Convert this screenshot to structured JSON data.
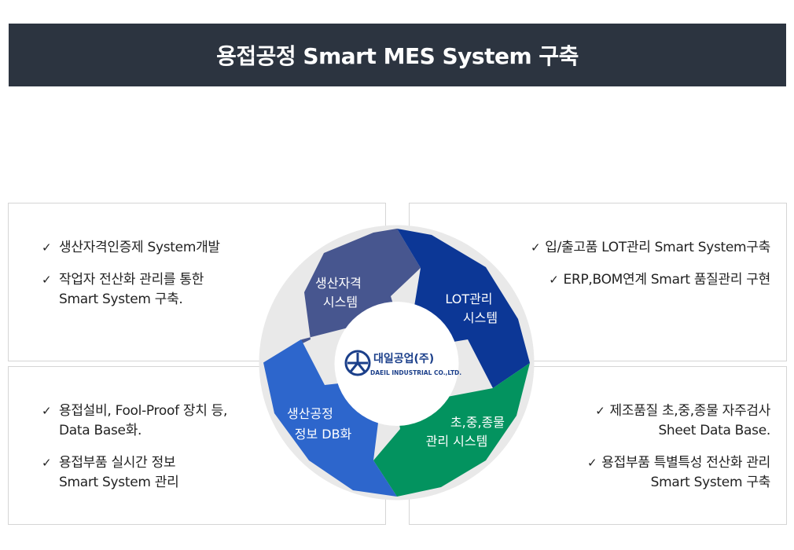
{
  "header": {
    "title": "용접공정 Smart MES System 구축"
  },
  "icons": {
    "check": "✓"
  },
  "boxes": {
    "top_left": [
      {
        "lines": [
          "생산자격인증제 System개발"
        ]
      },
      {
        "lines": [
          "작업자 전산화 관리를 통한",
          "Smart System 구축."
        ]
      }
    ],
    "top_right": [
      {
        "lines": [
          "입/출고품 LOT관리 Smart System구축"
        ]
      },
      {
        "lines": [
          "ERP,BOM연계 Smart 품질관리 구현"
        ]
      }
    ],
    "bottom_left": [
      {
        "lines": [
          "용접설비, Fool-Proof 장치 등,",
          "Data Base화."
        ]
      },
      {
        "lines": [
          "용접부품 실시간 정보",
          "Smart System 관리"
        ]
      }
    ],
    "bottom_right": [
      {
        "lines": [
          "제조품질 초,중,종물 자주검사",
          "Sheet Data Base."
        ]
      },
      {
        "lines": [
          "용접부품 특별특성 전산화 관리",
          "Smart System 구축"
        ]
      }
    ]
  },
  "cycle": {
    "segments": [
      {
        "lines": [
          "생산자격",
          "시스템"
        ],
        "color": "#47568f"
      },
      {
        "lines": [
          "LOT관리",
          "시스템"
        ],
        "color": "#0c3796"
      },
      {
        "lines": [
          "초,중,종물",
          "관리 시스템"
        ],
        "color": "#03935f"
      },
      {
        "lines": [
          "생산공정",
          "정보 DB화"
        ],
        "color": "#2d66cc"
      }
    ],
    "logo": {
      "korean": "대일공업(주)",
      "english": "DAEIL INDUSTRIAL CO.,LTD."
    }
  }
}
